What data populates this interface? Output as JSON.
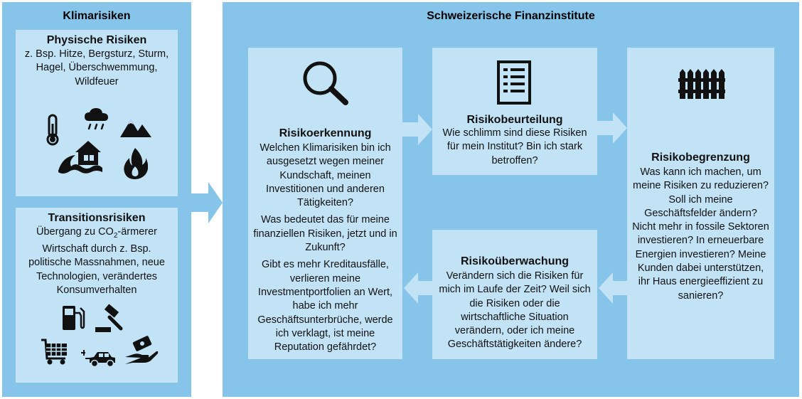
{
  "left": {
    "title": "Klimarisiken",
    "physical": {
      "title": "Physische Risiken",
      "text": "z. Bsp. Hitze, Bergsturz, Sturm, Hagel, Überschwemmung, Wildfeuer"
    },
    "transition": {
      "title": "Transitionsrisiken",
      "text_before": "Übergang zu CO",
      "text_sub": "2",
      "text_after": "-ärmerer Wirtschaft durch z. Bsp. politische Massnahmen, neue Technologien, verändertes Konsumverhalten"
    }
  },
  "right": {
    "title": "Schweizerische Finanzinstitute",
    "recognition": {
      "title": "Risikoerkennung",
      "paragraphs": [
        "Welchen Klimarisiken bin ich ausgesetzt wegen meiner Kundschaft, meinen Investitionen und anderen Tätigkeiten?",
        "Was bedeutet das für meine finanziellen Risiken, jetzt und in Zukunft?",
        "Gibt es mehr Kreditausfälle, verlieren meine Investmentportfolien an Wert, habe ich mehr Geschäftsunterbrüche, werde ich verklagt, ist meine Reputation gefährdet?"
      ]
    },
    "assessment": {
      "title": "Risikobeurteilung",
      "text": "Wie schlimm sind diese Risiken für mein Institut? Bin ich stark betroffen?"
    },
    "limitation": {
      "title": "Risikobegrenzung",
      "text": "Was kann ich machen, um meine Risiken zu reduzieren? Soll ich meine Geschäftsfelder ändern? Nicht mehr in fossile Sektoren investieren? In erneuerbare Energien investieren? Meine Kunden dabei unterstützen, ihr Haus energieeffizient zu sanieren?"
    },
    "monitoring": {
      "title": "Risikoüberwachung",
      "text": "Verändern sich die Risiken für mich im Laufe der Zeit? Weil sich die Risiken oder die wirtschaftliche Situation verändern, oder ich meine Geschäftstätigkeiten ändere?"
    }
  },
  "colors": {
    "panel": "#86c4ea",
    "box": "#c2e3f6",
    "arrow": "#c2e3f6",
    "big_arrow": "#86c4ea"
  }
}
